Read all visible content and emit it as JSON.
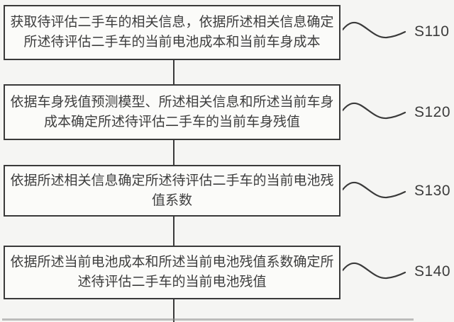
{
  "page": {
    "background": "#f5f5f3",
    "line_color": "#3a3a3a",
    "text_color": "#3e3e3e"
  },
  "flowchart": {
    "type": "patent-method-flowchart",
    "steps": [
      {
        "label": "S110",
        "line1": "获取待评估二手车的相关信息，依据所述相关信息确定",
        "line2": "所述待评估二手车的当前电池成本和当前车身成本"
      },
      {
        "label": "S120",
        "line1": "依据车身残值预测模型、所述相关信息和所述当前车身",
        "line2": "成本确定所述待评估二手车的当前车身残值"
      },
      {
        "label": "S130",
        "line1": "依据所述相关信息确定所述待评估二手车的当前电池残",
        "line2": "值系数"
      },
      {
        "label": "S140",
        "line1": "依据所述当前电池成本和所述当前电池残值系数确定所",
        "line2": "述待评估二手车的当前电池残值"
      }
    ]
  }
}
